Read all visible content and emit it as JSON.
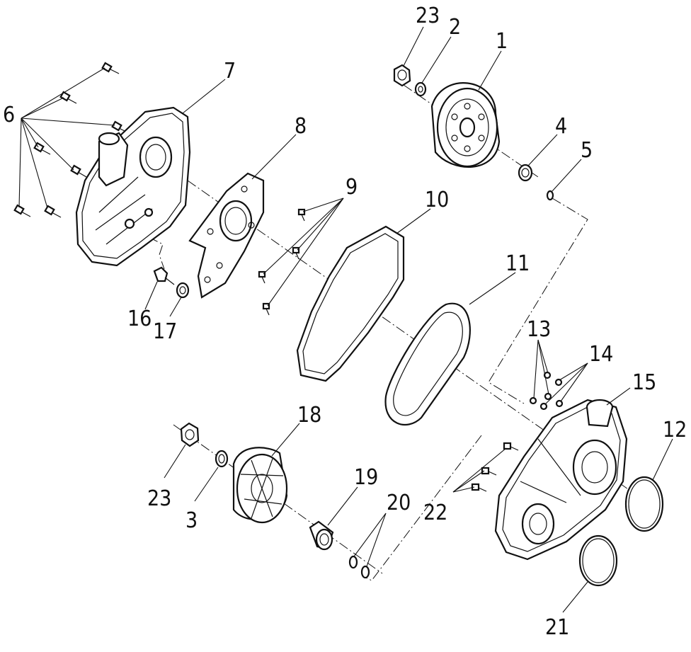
{
  "callouts": [
    {
      "id": "c1",
      "text": "1"
    },
    {
      "id": "c2",
      "text": "2"
    },
    {
      "id": "c23a",
      "text": "23"
    },
    {
      "id": "c4",
      "text": "4"
    },
    {
      "id": "c5",
      "text": "5"
    },
    {
      "id": "c6",
      "text": "6"
    },
    {
      "id": "c7",
      "text": "7"
    },
    {
      "id": "c8",
      "text": "8"
    },
    {
      "id": "c9",
      "text": "9"
    },
    {
      "id": "c10",
      "text": "10"
    },
    {
      "id": "c11",
      "text": "11"
    },
    {
      "id": "c12",
      "text": "12"
    },
    {
      "id": "c13",
      "text": "13"
    },
    {
      "id": "c14",
      "text": "14"
    },
    {
      "id": "c15",
      "text": "15"
    },
    {
      "id": "c16",
      "text": "16"
    },
    {
      "id": "c17",
      "text": "17"
    },
    {
      "id": "c18",
      "text": "18"
    },
    {
      "id": "c19",
      "text": "19"
    },
    {
      "id": "c20",
      "text": "20"
    },
    {
      "id": "c21",
      "text": "21"
    },
    {
      "id": "c22",
      "text": "22"
    },
    {
      "id": "c23b",
      "text": "23"
    },
    {
      "id": "c3",
      "text": "3"
    }
  ],
  "parts": [
    {
      "callout": "1",
      "icon": "drive-clutch-icon"
    },
    {
      "callout": "2",
      "icon": "washer-icon"
    },
    {
      "callout": "3",
      "icon": "washer-icon"
    },
    {
      "callout": "4",
      "icon": "bushing-icon"
    },
    {
      "callout": "5",
      "icon": "o-ring-icon"
    },
    {
      "callout": "6",
      "icon": "bolt-icon"
    },
    {
      "callout": "7",
      "icon": "outer-cover-icon"
    },
    {
      "callout": "8",
      "icon": "plate-icon"
    },
    {
      "callout": "9",
      "icon": "screw-icon"
    },
    {
      "callout": "10",
      "icon": "gasket-icon"
    },
    {
      "callout": "11",
      "icon": "drive-belt-icon"
    },
    {
      "callout": "12",
      "icon": "o-ring-icon"
    },
    {
      "callout": "13",
      "icon": "bolt-icon"
    },
    {
      "callout": "14",
      "icon": "washer-icon"
    },
    {
      "callout": "15",
      "icon": "inner-cover-icon"
    },
    {
      "callout": "16",
      "icon": "drain-plug-icon"
    },
    {
      "callout": "17",
      "icon": "seal-icon"
    },
    {
      "callout": "18",
      "icon": "driven-clutch-icon"
    },
    {
      "callout": "19",
      "icon": "sleeve-icon"
    },
    {
      "callout": "20",
      "icon": "o-ring-icon"
    },
    {
      "callout": "21",
      "icon": "o-ring-icon"
    },
    {
      "callout": "22",
      "icon": "bolt-icon"
    },
    {
      "callout": "23",
      "icon": "nut-icon"
    }
  ]
}
